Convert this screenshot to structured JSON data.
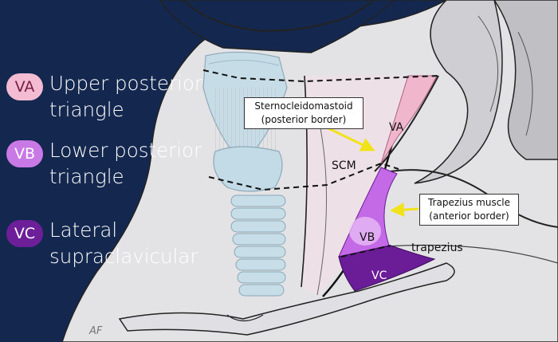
{
  "legend": [
    {
      "code": "VA",
      "line1": "Upper posterior",
      "line2": "triangle",
      "badge_bg": "#f3bcd2",
      "badge_text": "#7a2040"
    },
    {
      "code": "VB",
      "line1": "Lower posterior",
      "line2": "triangle",
      "badge_bg": "#c979e6",
      "badge_text": "#ffffff"
    },
    {
      "code": "VC",
      "line1": "Lateral",
      "line2": "supraclavicular",
      "badge_bg": "#6d1f9a",
      "badge_text": "#ffffff"
    }
  ],
  "callouts": {
    "scm": {
      "line1": "Sternocleidomastoid",
      "line2": "(posterior border)"
    },
    "trapezius": {
      "line1": "Trapezius muscle",
      "line2": "(anterior border)"
    }
  },
  "labels": {
    "va": "VA",
    "vb": "VB",
    "vc": "VC",
    "scm": "SCM",
    "trapezius": "trapezius",
    "signature": "AF"
  },
  "colors": {
    "background": "#14284f",
    "skin": "#e4e4e6",
    "zone_va": "#f0b7cc",
    "zone_vb": "#c46ae6",
    "zone_vc": "#6a1d96",
    "arrow": "#f2e21b"
  }
}
